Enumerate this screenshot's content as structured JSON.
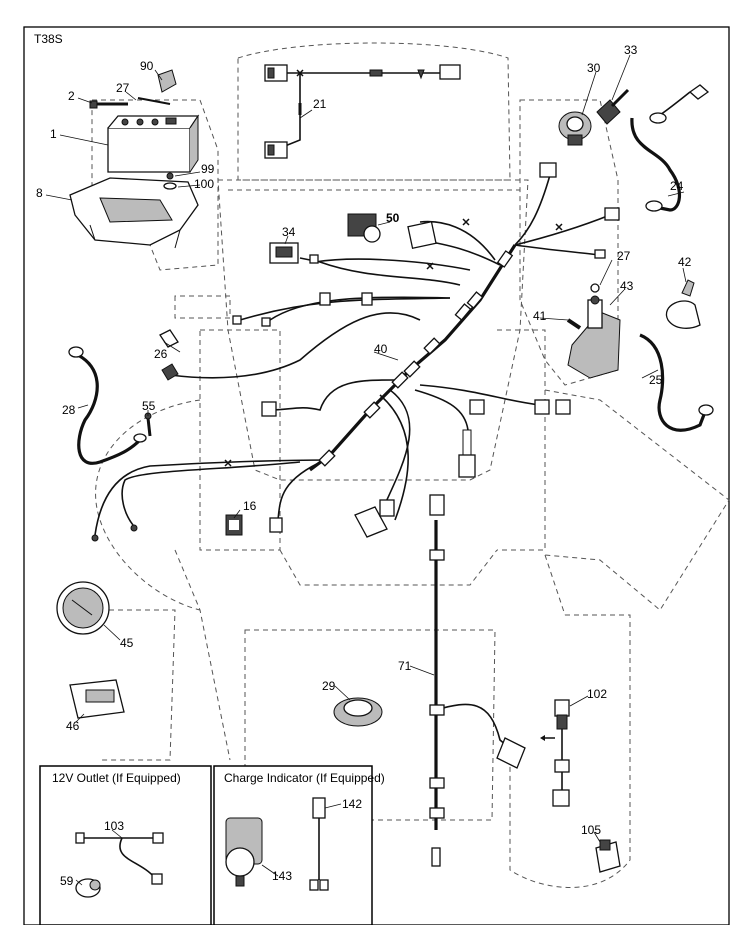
{
  "diagram": {
    "model_code": "T38S",
    "callouts": [
      "90",
      "2",
      "27",
      "1",
      "8",
      "99",
      "100",
      "21",
      "30",
      "33",
      "24",
      "34",
      "50",
      "27",
      "42",
      "41",
      "43",
      "26",
      "40",
      "25",
      "28",
      "55",
      "16",
      "45",
      "46",
      "29",
      "71",
      "102",
      "105",
      "103",
      "59",
      "143",
      "142"
    ],
    "inset_12v": {
      "title": "12V Outlet (If Equipped)"
    },
    "inset_charge": {
      "title": "Charge Indicator (If Equipped)"
    }
  }
}
